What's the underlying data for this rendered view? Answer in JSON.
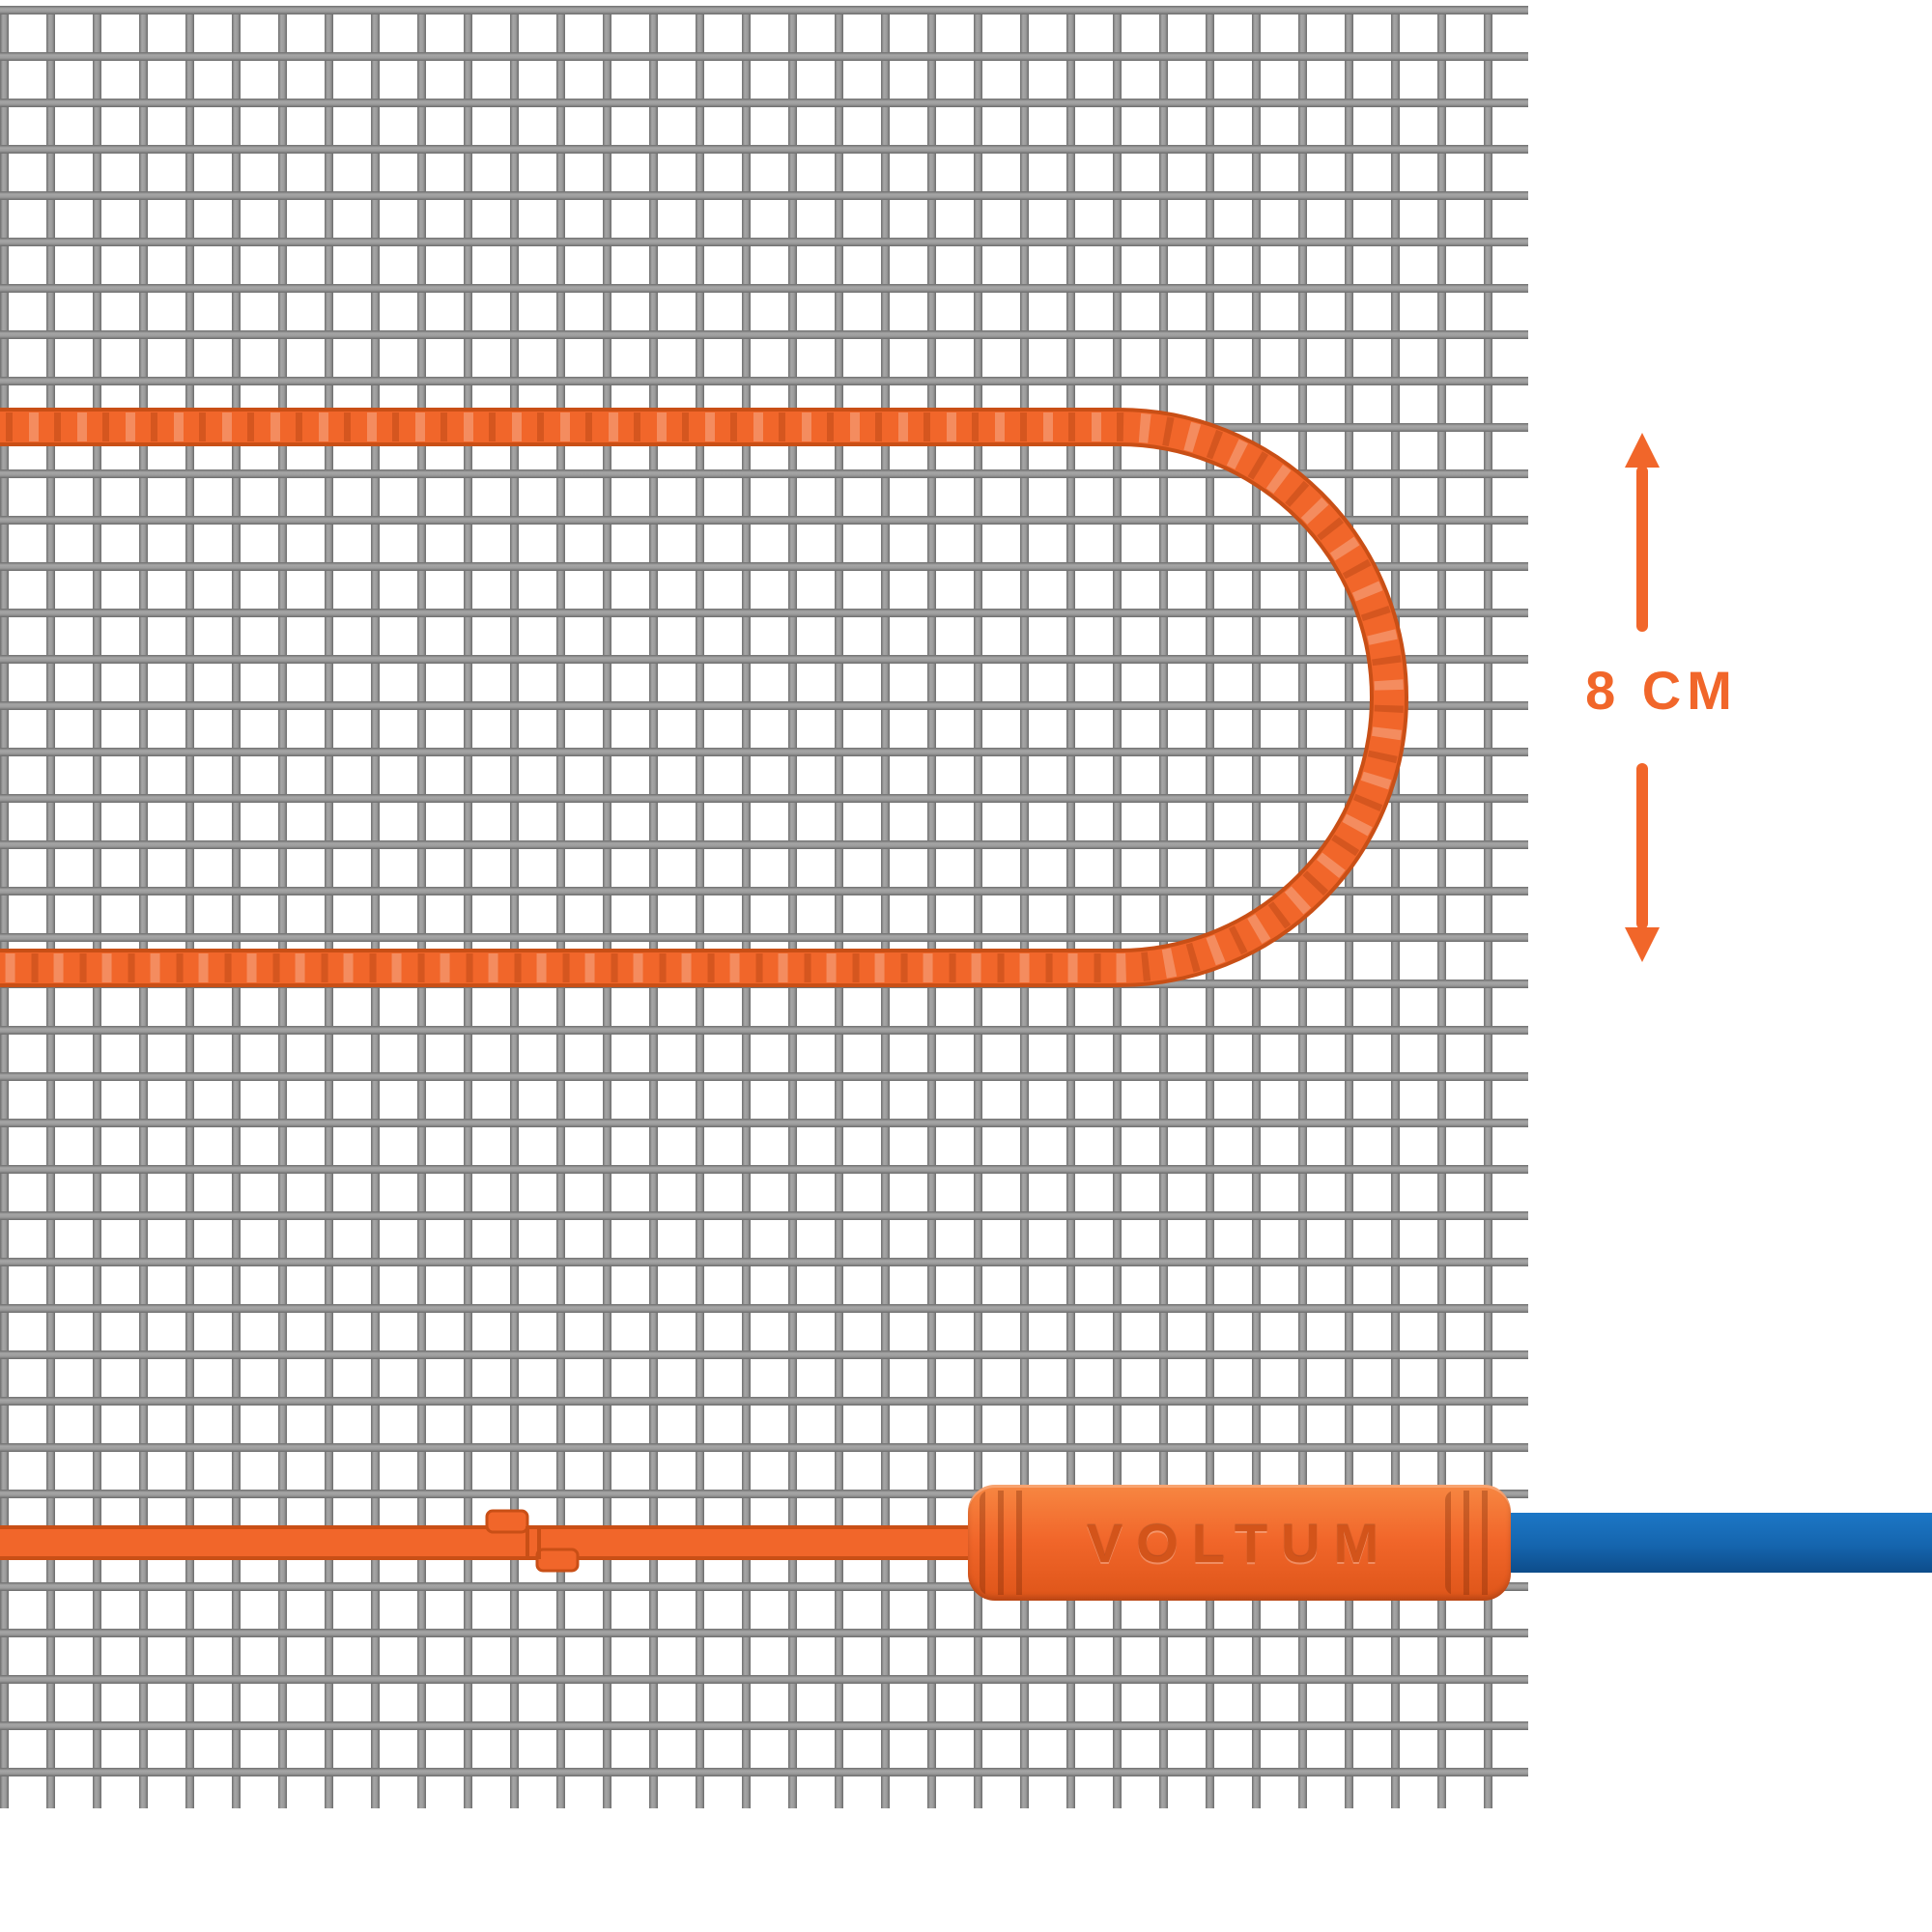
{
  "diagram": {
    "title_hint": "heating-cable-mat-spacing-diagram",
    "dimension": {
      "label": "8 CM"
    },
    "connector": {
      "brand": "VOLTUM"
    },
    "colors": {
      "cable_orange": "#F1662A",
      "cable_orange_dark": "#C94F16",
      "cable_orange_light": "#F9916B",
      "connector_brand_text": "#D3541A",
      "cold_lead_blue": "#1565AE",
      "mesh_gray": "#8C8C8C",
      "background": "#FFFFFF"
    },
    "icons": [
      "arrow-up-icon",
      "arrow-down-icon"
    ]
  }
}
